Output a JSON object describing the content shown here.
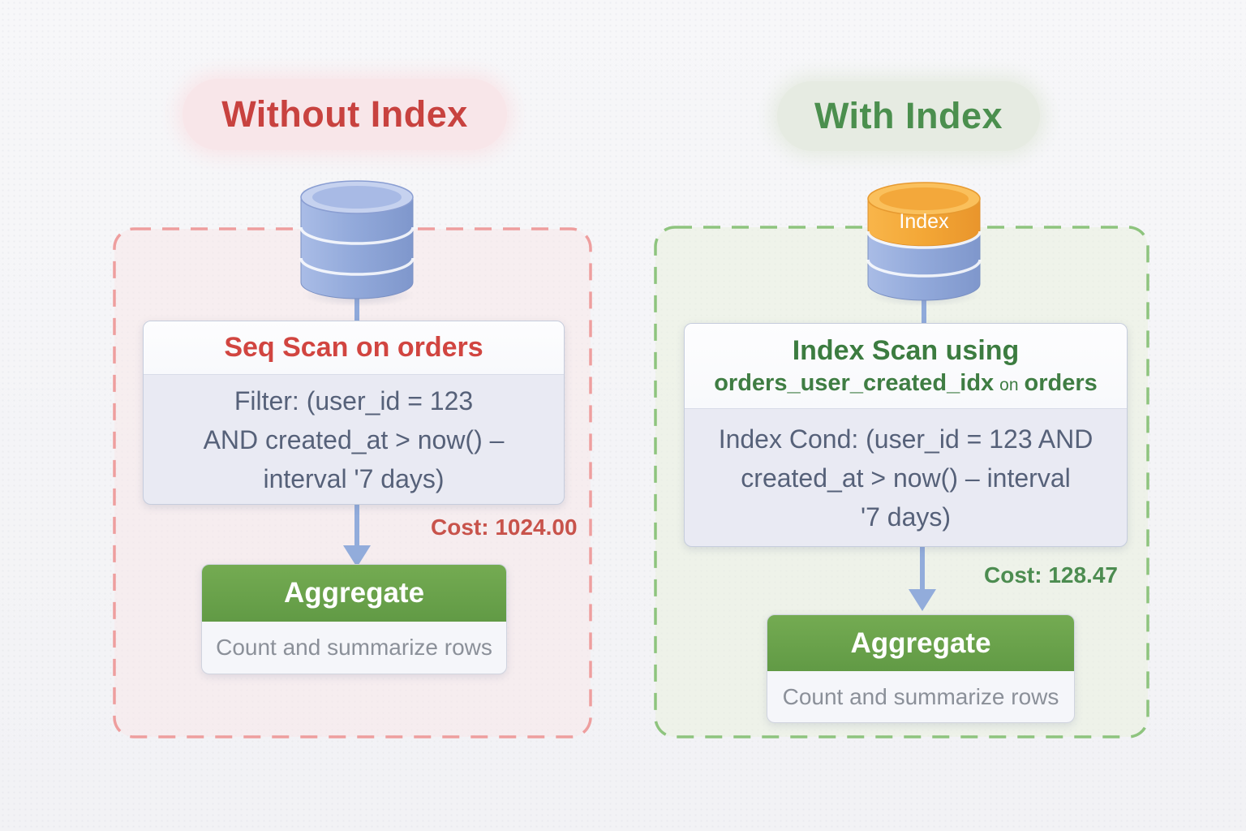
{
  "panels": {
    "without_index": {
      "title": "Without Index",
      "plan_node": {
        "title": "Seq Scan on orders",
        "detail_lines": [
          "Filter: (user_id = 123",
          "AND created_at > now() –",
          "interval '7 days)"
        ]
      },
      "cost": "Cost: 1024.00",
      "aggregate_node": {
        "title": "Aggregate",
        "subtitle": "Count and summarize rows"
      }
    },
    "with_index": {
      "title": "With Index",
      "db_cylinder_label": "Index",
      "plan_node": {
        "title_line1": "Index Scan using",
        "index_name": "orders_user_created_idx",
        "on_word": "on",
        "table_name": "orders",
        "detail_lines": [
          "Index Cond: (user_id = 123 AND",
          "created_at > now() – interval",
          "'7 days)"
        ]
      },
      "cost": "Cost: 128.47",
      "aggregate_node": {
        "title": "Aggregate",
        "subtitle": "Count and summarize rows"
      }
    }
  },
  "icons": {
    "left_db": "database-icon",
    "right_db": "database-with-index-icon",
    "connectors": "arrow-down-icon"
  },
  "colors": {
    "red_accent": "#c8423f",
    "green_accent": "#4b8f4e",
    "plan_red_title": "#d14540",
    "plan_green_title": "#3c7c40",
    "cost_red": "#c8534b",
    "cost_green": "#4c8c50",
    "cylinder_blue": "#8fa7d8",
    "index_orange": "#f3a736",
    "aggregate_green": "#68a24a",
    "panel_red_border": "#ee9e9e",
    "panel_green_border": "#8ec47e"
  }
}
